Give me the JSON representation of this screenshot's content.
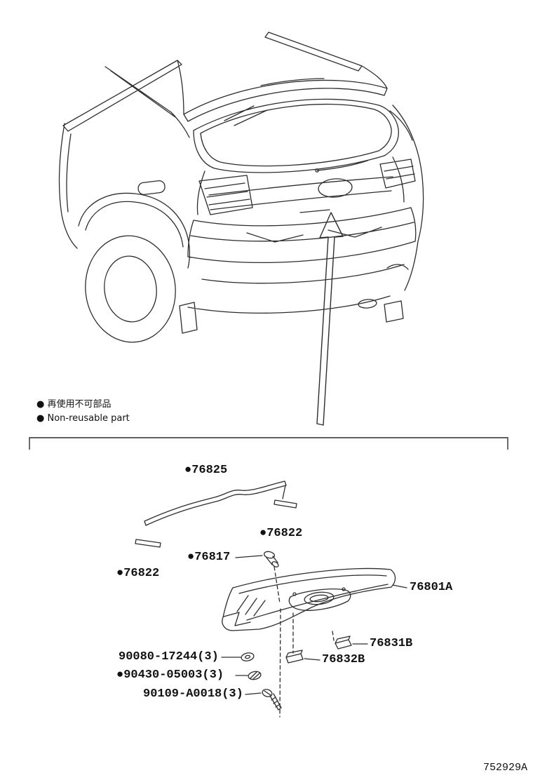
{
  "page": {
    "background": "#ffffff",
    "line_color": "#2d2d2d"
  },
  "legend": {
    "line1": "● 再使用不可部品",
    "line2": "● Non-reusable part"
  },
  "labels": {
    "p76825": "●76825",
    "p76822_right": "●76822",
    "p76817": "●76817",
    "p76801A": "76801A",
    "p76822_left": "●76822",
    "p76831B": "76831B",
    "p76832B": "76832B",
    "p90080": "90080-17244(3)",
    "p90430": "●90430-05003(3)",
    "p90109": "90109-A0018(3)"
  },
  "footer": {
    "diagram_id": "752929A"
  }
}
